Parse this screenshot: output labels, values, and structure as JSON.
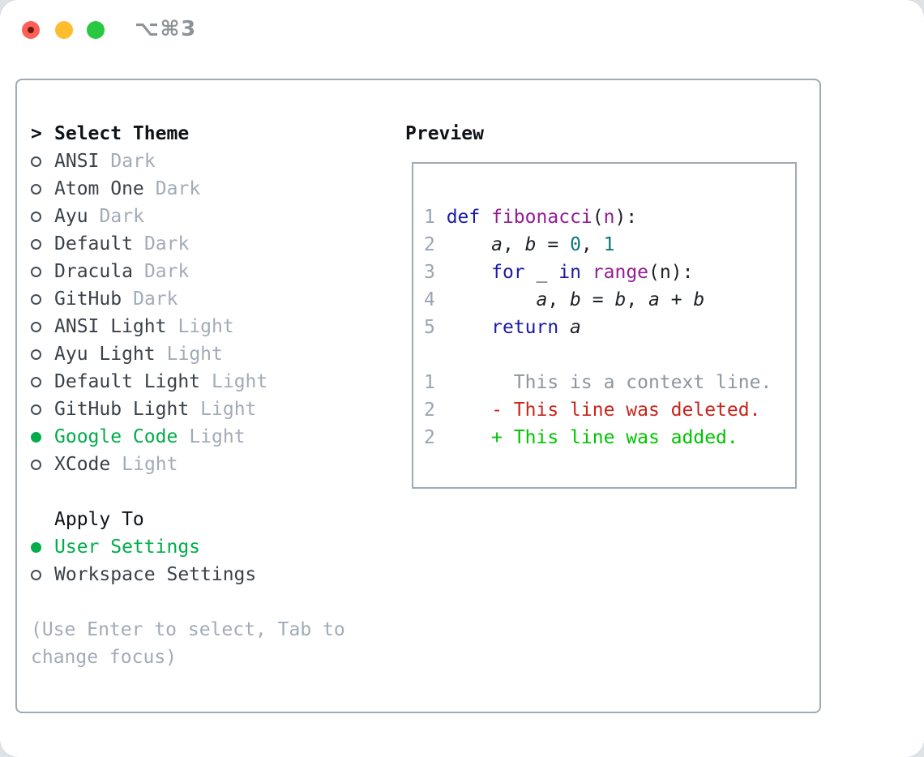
{
  "window": {
    "title": "⌥⌘3"
  },
  "colors": {
    "accent_green": "#00ad4a",
    "added_green": "#00c400",
    "deleted_red": "#c7251c",
    "context_gray": "#8d959e",
    "line_number": "#9aa5b1",
    "tag_gray": "#a2abb8",
    "text_dark": "#3a4149",
    "heading": "#0f1317",
    "keyword_blue": "#1a1aa8",
    "function_purple": "#951c95",
    "number_teal": "#0c7779",
    "plain": "#1c2126",
    "border": "#a0a9b4",
    "title_gray": "#8d9298",
    "light_red": "#ff5f57",
    "light_yellow": "#febc2e",
    "light_green": "#28c840"
  },
  "left": {
    "header": {
      "cursor": ">",
      "label": "Select Theme"
    },
    "themes": [
      {
        "name": "ANSI",
        "tag": "Dark",
        "selected": false
      },
      {
        "name": "Atom One",
        "tag": "Dark",
        "selected": false
      },
      {
        "name": "Ayu",
        "tag": "Dark",
        "selected": false
      },
      {
        "name": "Default",
        "tag": "Dark",
        "selected": false
      },
      {
        "name": "Dracula",
        "tag": "Dark",
        "selected": false
      },
      {
        "name": "GitHub",
        "tag": "Dark",
        "selected": false
      },
      {
        "name": "ANSI Light",
        "tag": "Light",
        "selected": false
      },
      {
        "name": "Ayu Light",
        "tag": "Light",
        "selected": false
      },
      {
        "name": "Default Light",
        "tag": "Light",
        "selected": false
      },
      {
        "name": "GitHub Light",
        "tag": "Light",
        "selected": false
      },
      {
        "name": "Google Code",
        "tag": "Light",
        "selected": true
      },
      {
        "name": "XCode",
        "tag": "Light",
        "selected": false
      }
    ],
    "apply_to": {
      "label": "Apply To",
      "options": [
        {
          "name": "User Settings",
          "selected": true
        },
        {
          "name": "Workspace Settings",
          "selected": false
        }
      ]
    },
    "help": [
      "(Use Enter to select, Tab to",
      "change focus)"
    ]
  },
  "preview": {
    "label": "Preview",
    "lines": [
      [
        {
          "t": "1 ",
          "c": "lnum"
        },
        {
          "t": "def",
          "c": "kw"
        },
        {
          "t": " ",
          "c": "pln"
        },
        {
          "t": "fibonacci",
          "c": "fn"
        },
        {
          "t": "(",
          "c": "pln"
        },
        {
          "t": "n",
          "c": "fn"
        },
        {
          "t": "):",
          "c": "pln"
        }
      ],
      [
        {
          "t": "2 ",
          "c": "lnum"
        },
        {
          "t": "    ",
          "c": "pln"
        },
        {
          "t": "a",
          "c": "var"
        },
        {
          "t": ", ",
          "c": "pln"
        },
        {
          "t": "b",
          "c": "var"
        },
        {
          "t": " = ",
          "c": "pln"
        },
        {
          "t": "0",
          "c": "num"
        },
        {
          "t": ", ",
          "c": "pln"
        },
        {
          "t": "1",
          "c": "num"
        }
      ],
      [
        {
          "t": "3 ",
          "c": "lnum"
        },
        {
          "t": "    ",
          "c": "pln"
        },
        {
          "t": "for",
          "c": "kw"
        },
        {
          "t": " ",
          "c": "pln"
        },
        {
          "t": "_",
          "c": "pln"
        },
        {
          "t": " ",
          "c": "pln"
        },
        {
          "t": "in",
          "c": "kw"
        },
        {
          "t": " ",
          "c": "pln"
        },
        {
          "t": "range",
          "c": "fn"
        },
        {
          "t": "(",
          "c": "pln"
        },
        {
          "t": "n",
          "c": "pln"
        },
        {
          "t": "):",
          "c": "pln"
        }
      ],
      [
        {
          "t": "4 ",
          "c": "lnum"
        },
        {
          "t": "        ",
          "c": "pln"
        },
        {
          "t": "a",
          "c": "var"
        },
        {
          "t": ", ",
          "c": "pln"
        },
        {
          "t": "b",
          "c": "var"
        },
        {
          "t": " = ",
          "c": "pln"
        },
        {
          "t": "b",
          "c": "var"
        },
        {
          "t": ", ",
          "c": "pln"
        },
        {
          "t": "a",
          "c": "var"
        },
        {
          "t": " + ",
          "c": "pln"
        },
        {
          "t": "b",
          "c": "var"
        }
      ],
      [
        {
          "t": "5 ",
          "c": "lnum"
        },
        {
          "t": "    ",
          "c": "pln"
        },
        {
          "t": "return",
          "c": "kw"
        },
        {
          "t": " ",
          "c": "pln"
        },
        {
          "t": "a",
          "c": "var"
        }
      ],
      [],
      [
        {
          "t": "1",
          "c": "lnum"
        },
        {
          "t": "       This is a context line.",
          "c": "ctx"
        }
      ],
      [
        {
          "t": "2",
          "c": "lnum"
        },
        {
          "t": "     - This line was deleted.",
          "c": "del"
        }
      ],
      [
        {
          "t": "2",
          "c": "lnum"
        },
        {
          "t": "     + This line was added.",
          "c": "add"
        }
      ]
    ]
  }
}
